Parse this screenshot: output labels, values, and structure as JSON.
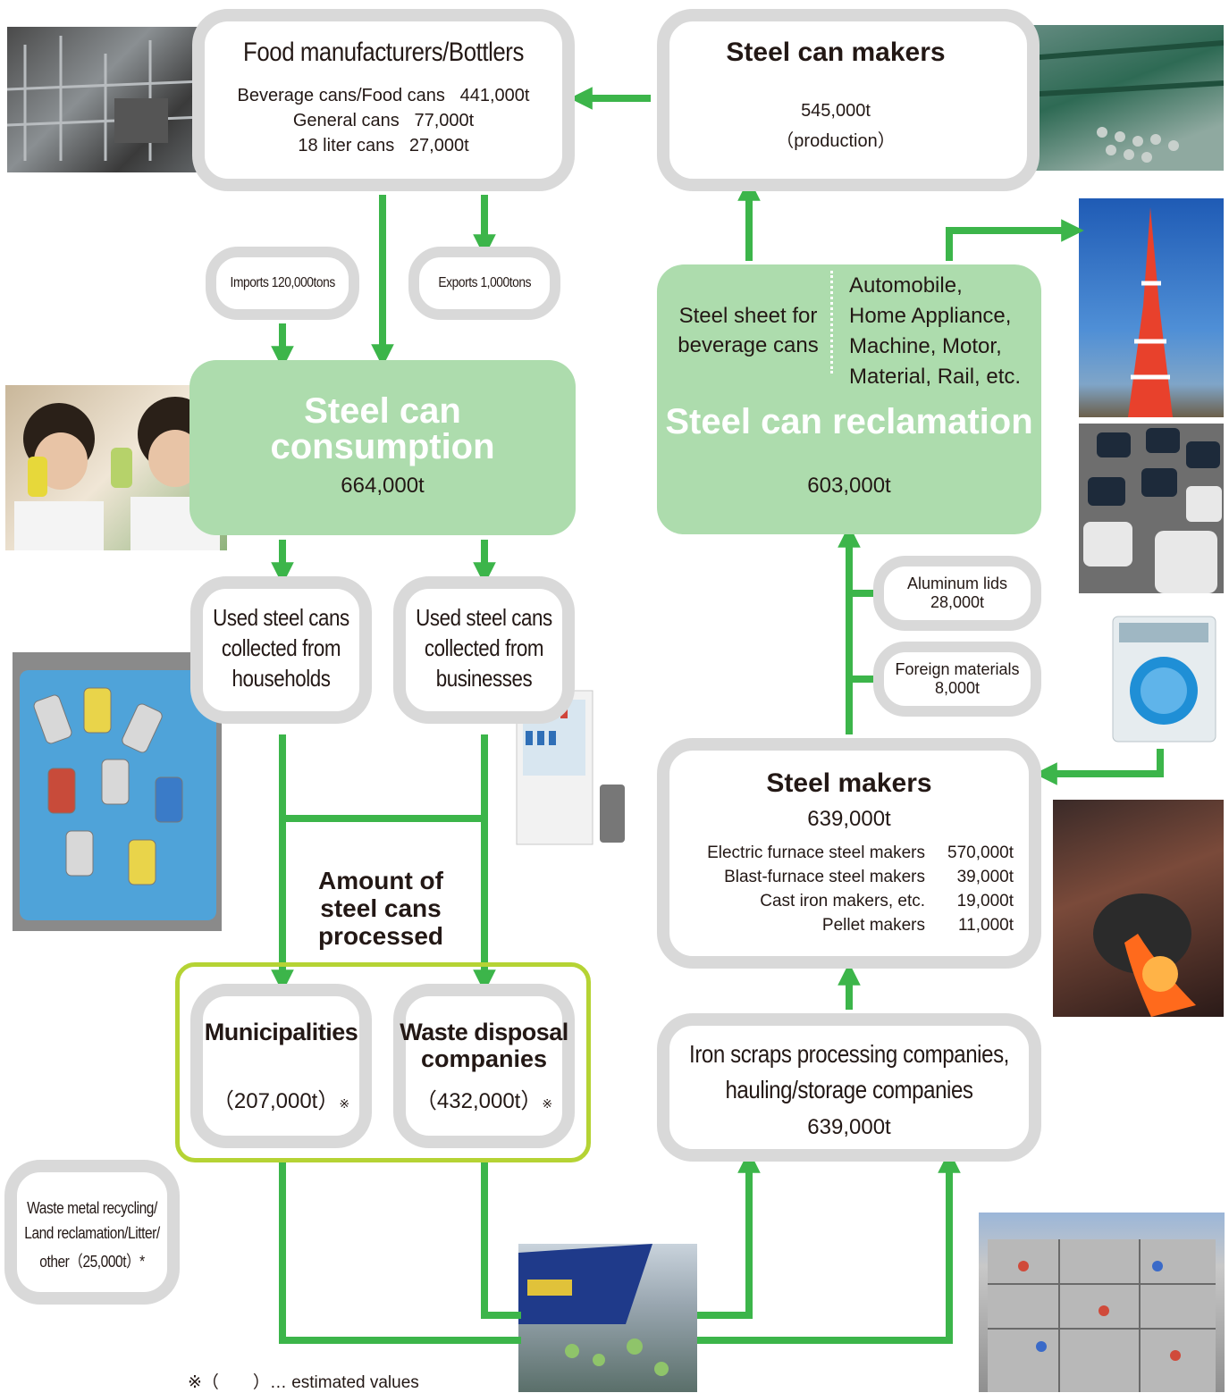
{
  "food": {
    "title": "Food manufacturers/Bottlers",
    "rows": [
      {
        "label": "Beverage cans/Food cans",
        "value": "441,000t"
      },
      {
        "label": "General cans",
        "value": "77,000t"
      },
      {
        "label": "18 liter cans",
        "value": "27,000t"
      }
    ]
  },
  "can_makers": {
    "title": "Steel can makers",
    "value": "545,000t",
    "note": "（production）"
  },
  "imports": "Imports 120,000tons",
  "exports": "Exports 1,000tons",
  "consumption": {
    "title1": "Steel can",
    "title2": "consumption",
    "value": "664,000t"
  },
  "reclamation": {
    "left1": "Steel sheet for",
    "left2": "beverage cans",
    "right": [
      "Automobile,",
      "Home Appliance,",
      "Machine, Motor,",
      "Material, Rail, etc."
    ],
    "title": "Steel can reclamation",
    "value": "603,000t"
  },
  "households": [
    "Used steel cans",
    "collected from",
    "households"
  ],
  "businesses": [
    "Used steel cans",
    "collected from",
    "businesses"
  ],
  "aluminum": {
    "label": "Aluminum lids",
    "value": "28,000t"
  },
  "foreign": {
    "label": "Foreign materials",
    "value": "8,000t"
  },
  "steel_makers": {
    "title": "Steel makers",
    "value": "639,000t",
    "rows": [
      {
        "label": "Electric furnace steel makers",
        "value": "570,000t"
      },
      {
        "label": "Blast-furnace steel makers",
        "value": "39,000t"
      },
      {
        "label": "Cast iron makers, etc.",
        "value": "19,000t"
      },
      {
        "label": "Pellet makers",
        "value": "11,000t"
      }
    ]
  },
  "processed": [
    "Amount of",
    "steel cans",
    "processed"
  ],
  "municipalities": {
    "title": "Municipalities",
    "value": "（207,000t）",
    "mark": "※"
  },
  "waste": {
    "title1": "Waste disposal",
    "title2": "companies",
    "value": "（432,000t）",
    "mark": "※"
  },
  "iron_scraps": {
    "line1": "Iron scraps processing companies,",
    "line2": "hauling/storage companies",
    "value": "639,000t"
  },
  "other": [
    "Waste metal recycling/",
    "Land reclamation/Litter/",
    "other（25,000t）*"
  ],
  "footnote": "※（　　）… estimated values",
  "colors": {
    "arrow": "#3cb54a",
    "box_border": "#d9d9d9",
    "green_fill": "#addcad",
    "lime_frame": "#b5d334"
  }
}
